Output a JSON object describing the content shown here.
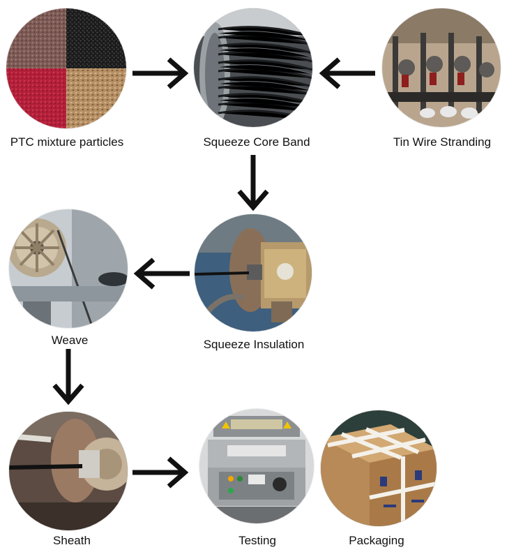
{
  "steps": [
    {
      "id": "ptc",
      "label": "PTC mixture particles",
      "icon": "ptc-particles-photo"
    },
    {
      "id": "core",
      "label": "Squeeze Core Band",
      "icon": "wire-spool-photo"
    },
    {
      "id": "tin",
      "label": "Tin Wire Stranding",
      "icon": "stranding-machine-photo"
    },
    {
      "id": "insulation",
      "label": "Squeeze Insulation",
      "icon": "extruder-photo"
    },
    {
      "id": "weave",
      "label": "Weave",
      "icon": "weaving-machine-photo"
    },
    {
      "id": "sheath",
      "label": "Sheath",
      "icon": "sheath-extruder-photo"
    },
    {
      "id": "testing",
      "label": "Testing",
      "icon": "test-panel-photo"
    },
    {
      "id": "packaging",
      "label": "Packaging",
      "icon": "carton-box-photo"
    }
  ],
  "flows": [
    {
      "from": "ptc",
      "to": "core",
      "direction": "right"
    },
    {
      "from": "tin",
      "to": "core",
      "direction": "left"
    },
    {
      "from": "core",
      "to": "insulation",
      "direction": "down"
    },
    {
      "from": "insulation",
      "to": "weave",
      "direction": "left"
    },
    {
      "from": "weave",
      "to": "sheath",
      "direction": "down"
    },
    {
      "from": "sheath",
      "to": "testing",
      "direction": "right"
    }
  ],
  "colors": {
    "arrow": "#111111",
    "text": "#111111"
  }
}
